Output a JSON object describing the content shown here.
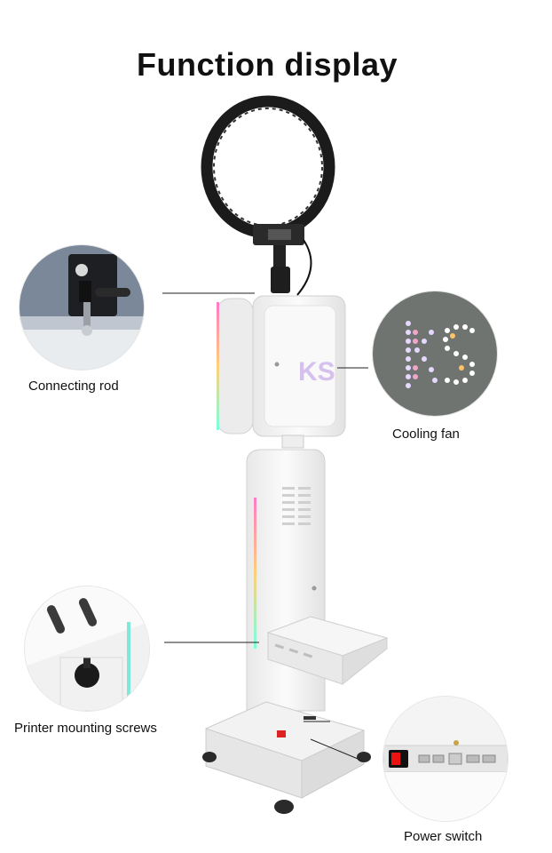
{
  "title": "Function display",
  "callouts": {
    "connecting_rod": "Connecting rod",
    "cooling_fan": "Cooling fan",
    "printer_screws": "Printer mounting screws",
    "power_switch": "Power switch"
  },
  "colors": {
    "ring_light": "#1a1a1a",
    "body": "#f4f4f4",
    "led_accent": "#e86bb0"
  }
}
